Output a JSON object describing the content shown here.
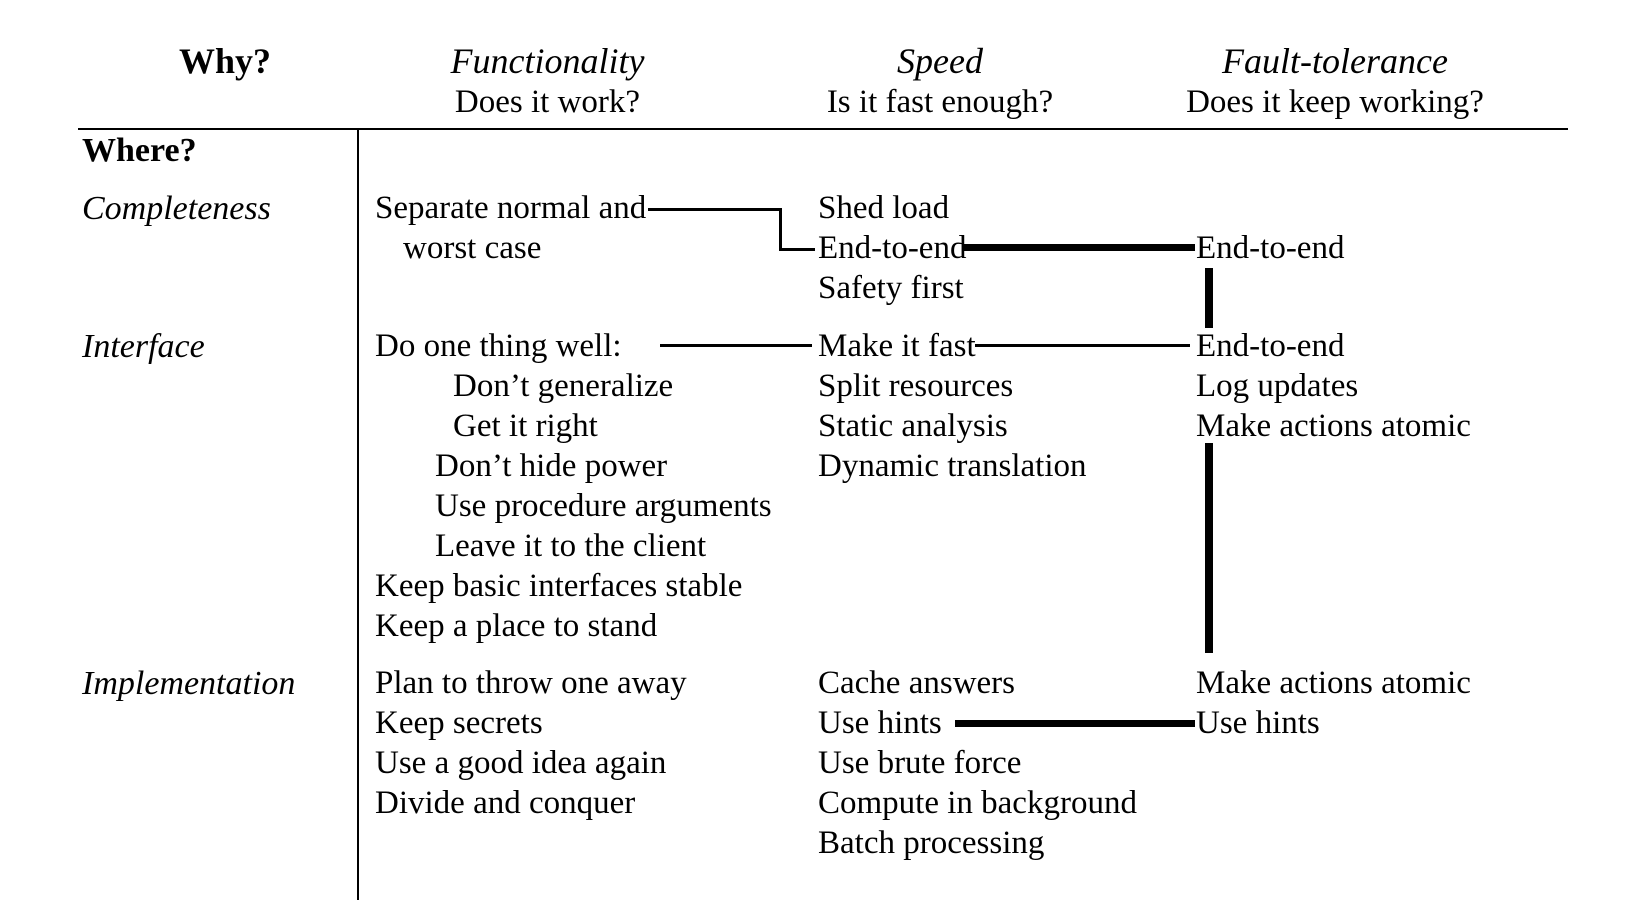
{
  "table": {
    "corner_label": "Why?",
    "row_axis_label": "Where?",
    "columns": [
      {
        "title": "Functionality",
        "question": "Does it work?"
      },
      {
        "title": "Speed",
        "question": "Is it fast enough?"
      },
      {
        "title": "Fault-tolerance",
        "question": "Does it keep working?"
      }
    ],
    "rows": [
      {
        "label": "Completeness",
        "functionality": [
          {
            "text": "Separate normal and",
            "indent": 0
          },
          {
            "text": "worst case",
            "indent": 1
          }
        ],
        "speed": [
          {
            "text": "Shed load",
            "indent": 0
          },
          {
            "text": "End-to-end",
            "indent": 0
          },
          {
            "text": "Safety first",
            "indent": 0
          }
        ],
        "fault_tolerance": [
          {
            "text": "End-to-end",
            "indent": 0
          }
        ]
      },
      {
        "label": "Interface",
        "functionality": [
          {
            "text": "Do one thing well:",
            "indent": 0
          },
          {
            "text": "Don’t generalize",
            "indent": 3
          },
          {
            "text": "Get it right",
            "indent": 3
          },
          {
            "text": "Don’t hide power",
            "indent": 2
          },
          {
            "text": "Use procedure arguments",
            "indent": 2
          },
          {
            "text": "Leave it to the client",
            "indent": 2
          },
          {
            "text": "Keep basic interfaces stable",
            "indent": 0
          },
          {
            "text": "Keep a place to stand",
            "indent": 0
          }
        ],
        "speed": [
          {
            "text": "Make it fast",
            "indent": 0
          },
          {
            "text": "Split resources",
            "indent": 0
          },
          {
            "text": "Static analysis",
            "indent": 0
          },
          {
            "text": "Dynamic translation",
            "indent": 0
          }
        ],
        "fault_tolerance": [
          {
            "text": "End-to-end",
            "indent": 0
          },
          {
            "text": "Log updates",
            "indent": 0
          },
          {
            "text": "Make actions atomic",
            "indent": 0
          }
        ]
      },
      {
        "label": "Implementation",
        "functionality": [
          {
            "text": "Plan to throw one away",
            "indent": 0
          },
          {
            "text": "Keep secrets",
            "indent": 0
          },
          {
            "text": "Use a good idea again",
            "indent": 0
          },
          {
            "text": "Divide and conquer",
            "indent": 0
          }
        ],
        "speed": [
          {
            "text": "Cache answers",
            "indent": 0
          },
          {
            "text": "Use hints",
            "indent": 0
          },
          {
            "text": "Use brute force",
            "indent": 0
          },
          {
            "text": "Compute in background",
            "indent": 0
          },
          {
            "text": "Batch processing",
            "indent": 0
          }
        ],
        "fault_tolerance": [
          {
            "text": "Make actions atomic",
            "indent": 0
          },
          {
            "text": "Use hints",
            "indent": 0
          }
        ]
      }
    ],
    "connectors": [
      {
        "name": "separate-normal-to-shed-load-and-end-to-end",
        "style": "thin-bracket"
      },
      {
        "name": "end-to-end-completeness-link",
        "style": "thick-horizontal"
      },
      {
        "name": "end-to-end-vertical-link",
        "style": "thick-vertical"
      },
      {
        "name": "do-one-thing-well-to-make-it-fast",
        "style": "thin-horizontal"
      },
      {
        "name": "make-it-fast-to-end-to-end",
        "style": "thin-horizontal"
      },
      {
        "name": "make-actions-atomic-vertical-link",
        "style": "thick-vertical"
      },
      {
        "name": "use-hints-link",
        "style": "thick-horizontal"
      }
    ],
    "rule_color": "#000000"
  }
}
